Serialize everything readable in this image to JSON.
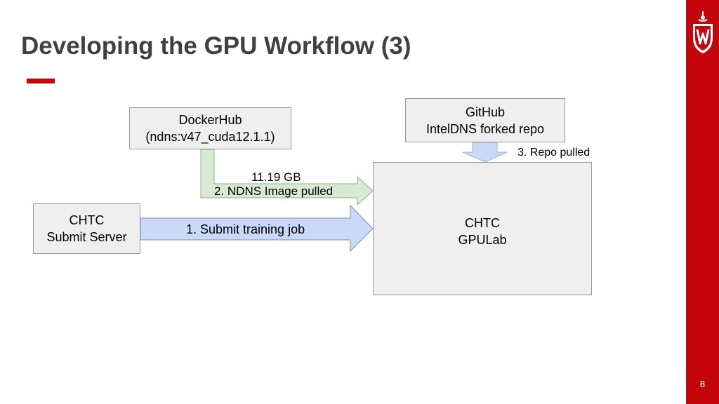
{
  "slide": {
    "title": "Developing the GPU Workflow (3)",
    "page_number": "8"
  },
  "nodes": {
    "dockerhub": {
      "line1": "DockerHub",
      "line2": "(ndns:v47_cuda12.1.1)"
    },
    "github": {
      "line1": "GitHub",
      "line2": "IntelDNS forked repo"
    },
    "chtc_submit": {
      "line1": "CHTC",
      "line2": "Submit Server"
    },
    "chtc_gpulab": {
      "line1": "CHTC",
      "line2": "GPULab"
    }
  },
  "edges": {
    "submit_job": {
      "label": "1. Submit training job"
    },
    "image_pulled": {
      "size": "11.19 GB",
      "label": "2. NDNS Image pulled"
    },
    "repo_pulled": {
      "label": "3. Repo pulled"
    }
  },
  "colors": {
    "brand_red": "#c5050c",
    "box_fill": "#efefef",
    "submit_arrow": "#c9daf8",
    "image_arrow": "#d9ead3",
    "repo_arrow": "#c9daf8"
  }
}
